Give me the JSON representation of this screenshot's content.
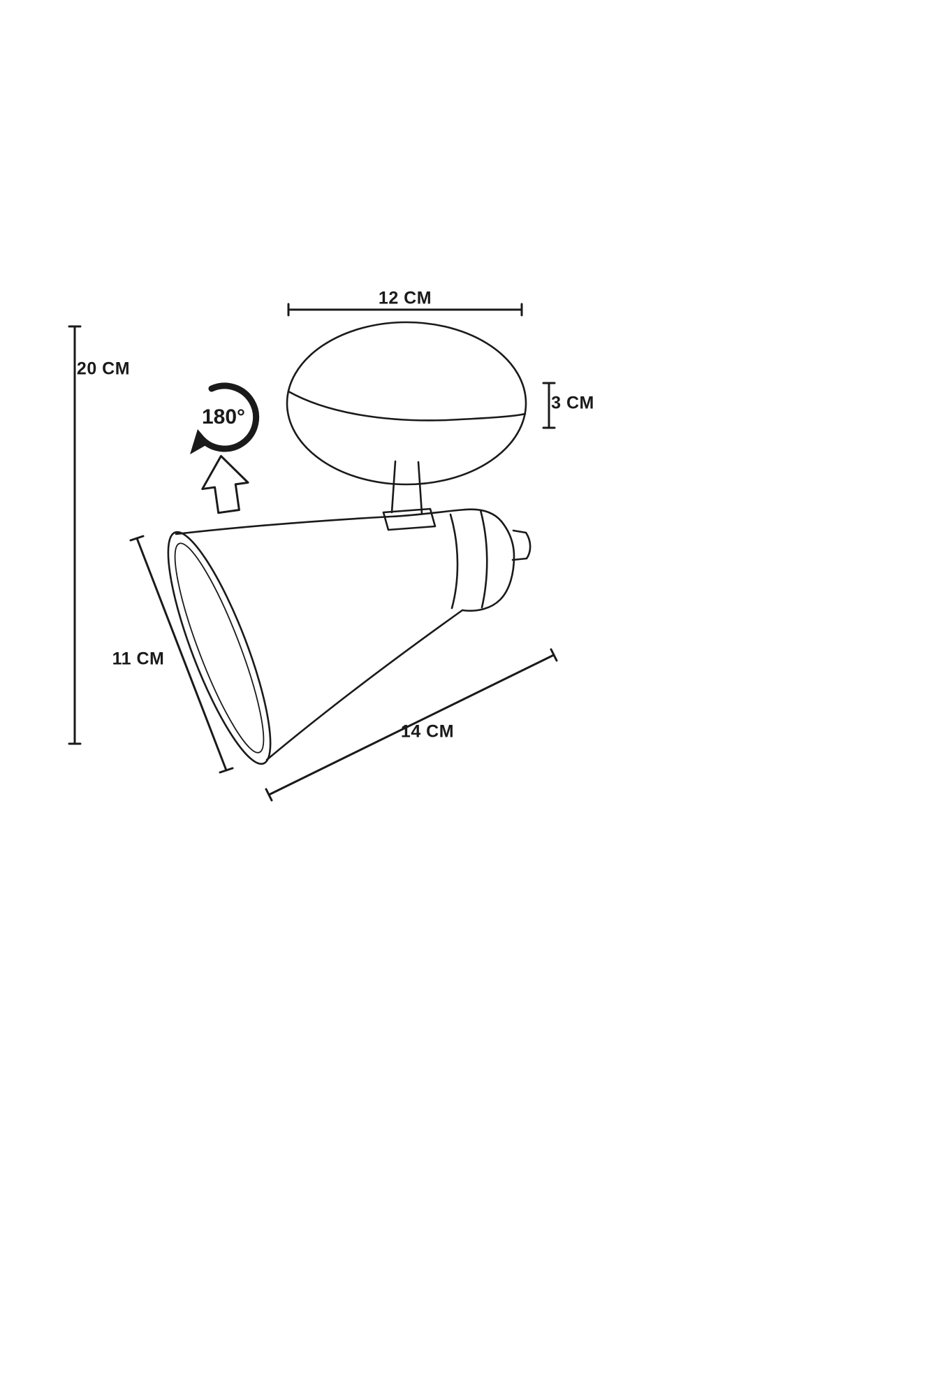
{
  "diagram": {
    "labels": {
      "top_width": "12 CM",
      "overall_height": "20 CM",
      "canopy_depth": "3 CM",
      "shade_diameter": "11 CM",
      "overall_depth": "14 CM",
      "rotation": "180°"
    },
    "colors": {
      "ink": "#1a1a1a",
      "background": "#ffffff"
    }
  }
}
